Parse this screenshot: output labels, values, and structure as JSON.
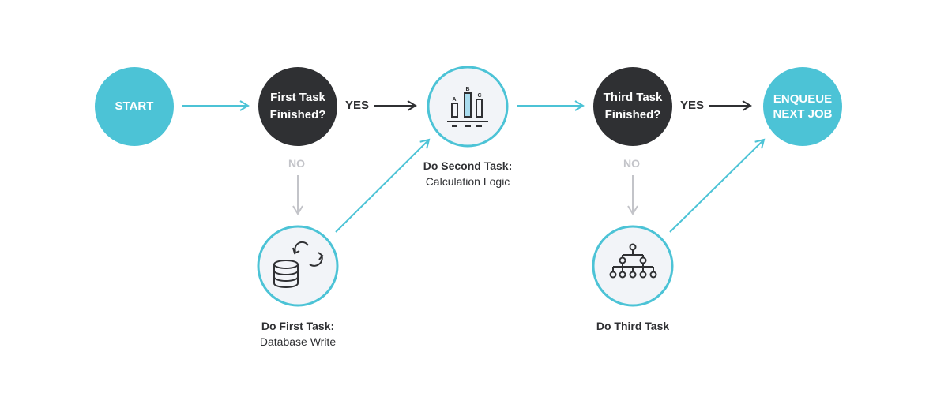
{
  "colors": {
    "accent": "#4cc3d6",
    "dark": "#2f3033",
    "muted": "#c3c4c9",
    "light_fill": "#f2f4f8"
  },
  "nodes": {
    "start": {
      "label": "START"
    },
    "decision1": {
      "line1": "First Task",
      "line2": "Finished?"
    },
    "task2": {
      "icon": "bar-chart-icon",
      "title": "Do Second Task:",
      "subtitle": "Calculation Logic"
    },
    "decision2": {
      "line1": "Third Task",
      "line2": "Finished?"
    },
    "end": {
      "line1": "ENQUEUE",
      "line2": "NEXT JOB"
    },
    "task1": {
      "icon": "database-sync-icon",
      "title": "Do First Task:",
      "subtitle": "Database Write"
    },
    "task3": {
      "icon": "hierarchy-tree-icon",
      "title": "Do Third Task"
    }
  },
  "edges": {
    "yes1": "YES",
    "no1": "NO",
    "yes2": "YES",
    "no2": "NO"
  },
  "chart_icon_letters": [
    "A",
    "B",
    "C"
  ]
}
